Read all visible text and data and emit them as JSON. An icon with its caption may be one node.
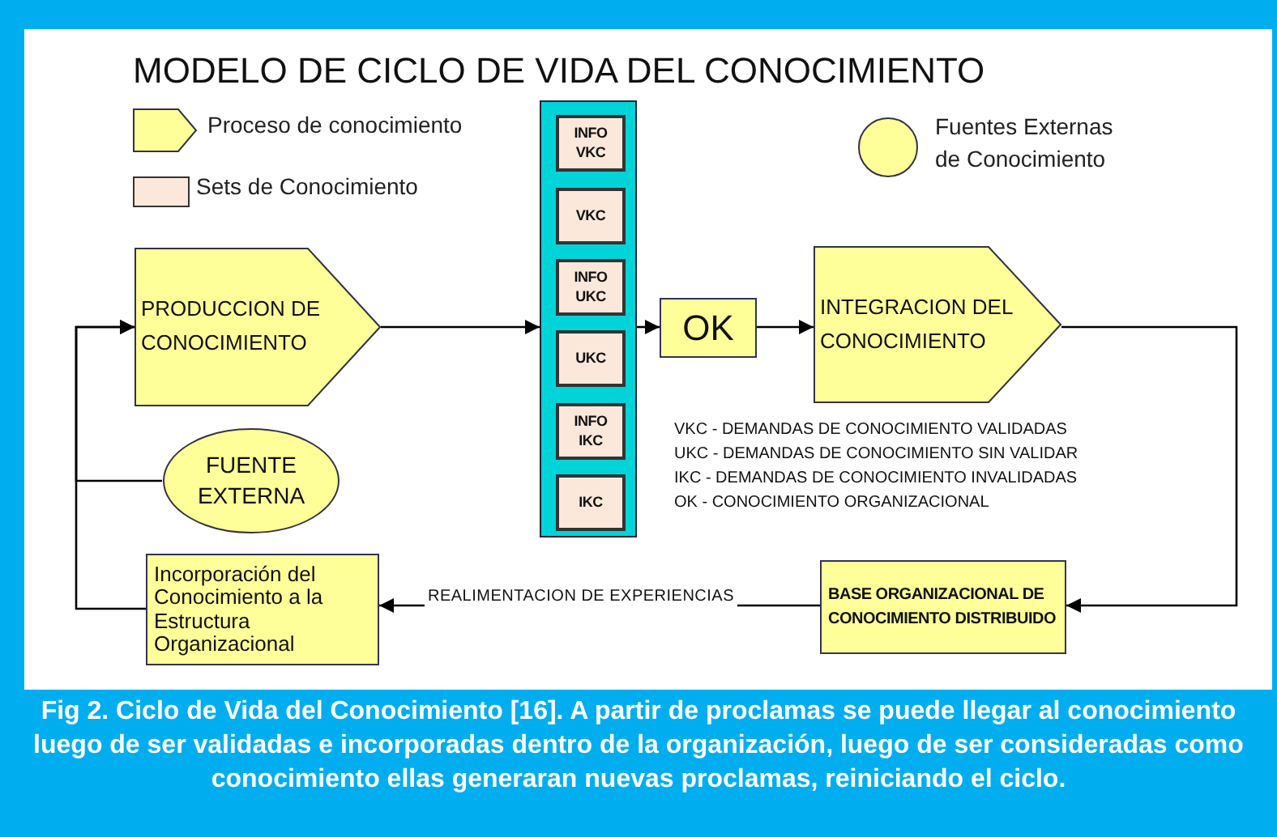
{
  "diagram": {
    "title": "MODELO DE CICLO DE VIDA DEL CONOCIMIENTO",
    "caption": "Fig 2. Ciclo de Vida del Conocimiento [16]. A partir de proclamas se puede llegar al conocimiento luego de ser validadas e incorporadas dentro de la organización, luego de ser consideradas como conocimiento ellas generaran nuevas proclamas, reiniciando el ciclo.",
    "nodes": [
      {
        "text": [
          "PRODUCCION DE CONOCIMIENTO"
        ]
      },
      {
        "text": [],
        "shape": "box"
      },
      {
        "text": [
          "INFO VKC"
        ],
        "in": 1
      },
      {
        "text": [
          "VKC"
        ],
        "in": 1
      },
      {
        "text": [
          "INFO UKC"
        ],
        "in": 1
      },
      {
        "text": [
          "UKC"
        ],
        "in": 1
      },
      {
        "text": [
          "INFO IKC"
        ],
        "in": 1
      },
      {
        "text": [
          "IKC"
        ],
        "in": 1
      },
      {
        "text": [
          "OK"
        ]
      },
      {
        "text": [
          "INTEGRACION DEL CONOCIMIENTO"
        ]
      },
      {
        "text": [
          "BASE ORGANIZACIONAL DE CONOCIMIENTO DISTRIBUIDO"
        ]
      },
      {
        "text": [
          "Incorporación del Conocimiento a la Estructura Organizacional"
        ]
      },
      {
        "text": [
          "FUENTE EXTERNA"
        ]
      }
    ],
    "edges": [
      {
        "from": 0,
        "to": 1,
        "arrow": "to"
      },
      {
        "from": 1,
        "to": 8,
        "arrow": "to"
      },
      {
        "from": 8,
        "to": 9,
        "arrow": "to"
      },
      {
        "from": 9,
        "to": 10,
        "arrow": "to"
      },
      {
        "from": 10,
        "to": 11,
        "arrow": "to",
        "label": "REALIMENTACION DE EXPERIENCIAS"
      },
      {
        "from": 11,
        "to": 0,
        "arrow": "to"
      },
      {
        "from": 12,
        "to": 0,
        "arrow": "to"
      }
    ],
    "labels": [
      "VKC - DEMANDAS DE CONOCIMIENTO VALIDADAS",
      "UKC - DEMANDAS DE CONOCIMIENTO SIN VALIDAR",
      "IKC - DEMANDAS DE CONOCIMIENTO INVALIDADAS",
      "OK - CONOCIMIENTO ORGANIZACIONAL"
    ],
    "legend": [
      {
        "text": "Proceso de conocimiento"
      },
      {
        "text": "Sets de Conocimiento",
        "color": "#fbe8da"
      },
      {
        "text": "Fuentes Externas de Conocimiento"
      }
    ]
  }
}
